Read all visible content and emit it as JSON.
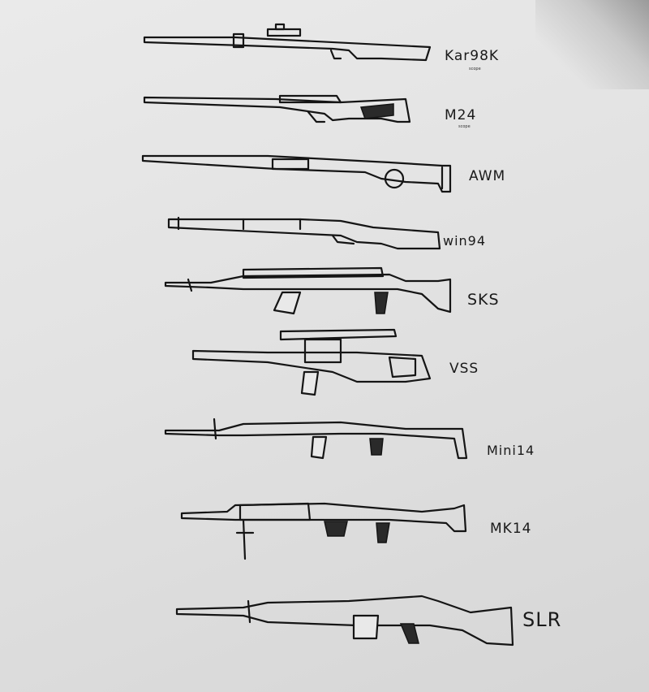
{
  "weapons": [
    {
      "name": "Kar98K",
      "label": "Kar98K",
      "sublabel": "scope"
    },
    {
      "name": "M24",
      "label": "M24",
      "sublabel": "scope"
    },
    {
      "name": "AWM",
      "label": "AWM"
    },
    {
      "name": "Win94",
      "label": "win94"
    },
    {
      "name": "SKS",
      "label": "SKS"
    },
    {
      "name": "VSS",
      "label": "VSS"
    },
    {
      "name": "Mini14",
      "label": "Mini14"
    },
    {
      "name": "MK14",
      "label": "MK14"
    },
    {
      "name": "SLR",
      "label": "SLR"
    }
  ],
  "colors": {
    "paper": "#e4e4e4",
    "ink": "#151515"
  }
}
